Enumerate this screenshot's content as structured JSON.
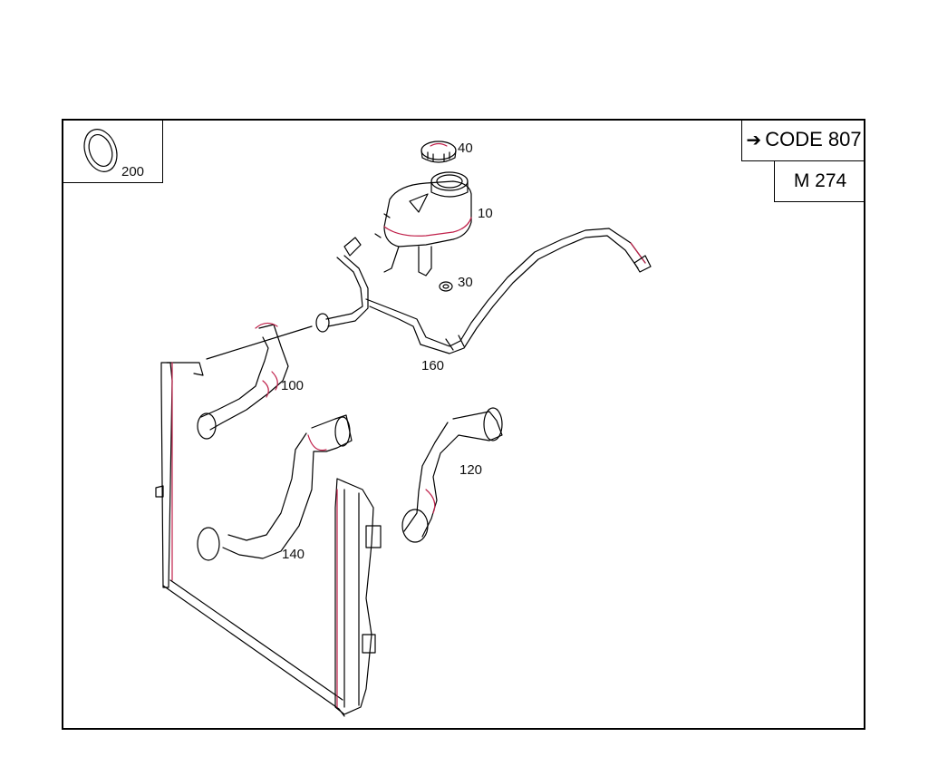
{
  "header": {
    "code_arrow_icon": "arrow-right-icon",
    "code_label": "CODE 807",
    "model_label": "M 274"
  },
  "callouts": {
    "c200": "200",
    "c40": "40",
    "c10": "10",
    "c30": "30",
    "c100": "100",
    "c160": "160",
    "c120": "120",
    "c140": "140"
  },
  "colors": {
    "outline": "#000000",
    "highlight": "#c0204a"
  }
}
